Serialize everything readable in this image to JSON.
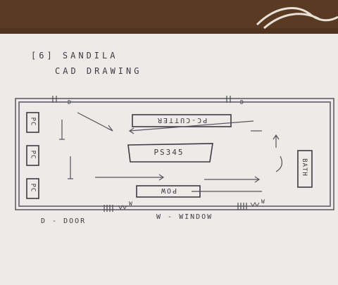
{
  "header": {
    "line1": "[6] SANDILA",
    "line2": "CAD DRAWING"
  },
  "room": {
    "left_boxes": [
      "PC",
      "PC",
      "PC"
    ],
    "top_box": "PC-CUTTER",
    "center_box": "PS345",
    "bottom_box": "POW",
    "right_box": "BATH"
  },
  "markers": {
    "door_top_left": "D",
    "door_top_right": "D",
    "window_bottom_left": "W",
    "window_bottom_right": "W"
  },
  "legend": {
    "door": "D - DOOR",
    "window": "W - WINDOW"
  },
  "colors": {
    "desk": "#5b3a24",
    "paper": "#f3f1ee",
    "ink": "#3b3b44"
  }
}
